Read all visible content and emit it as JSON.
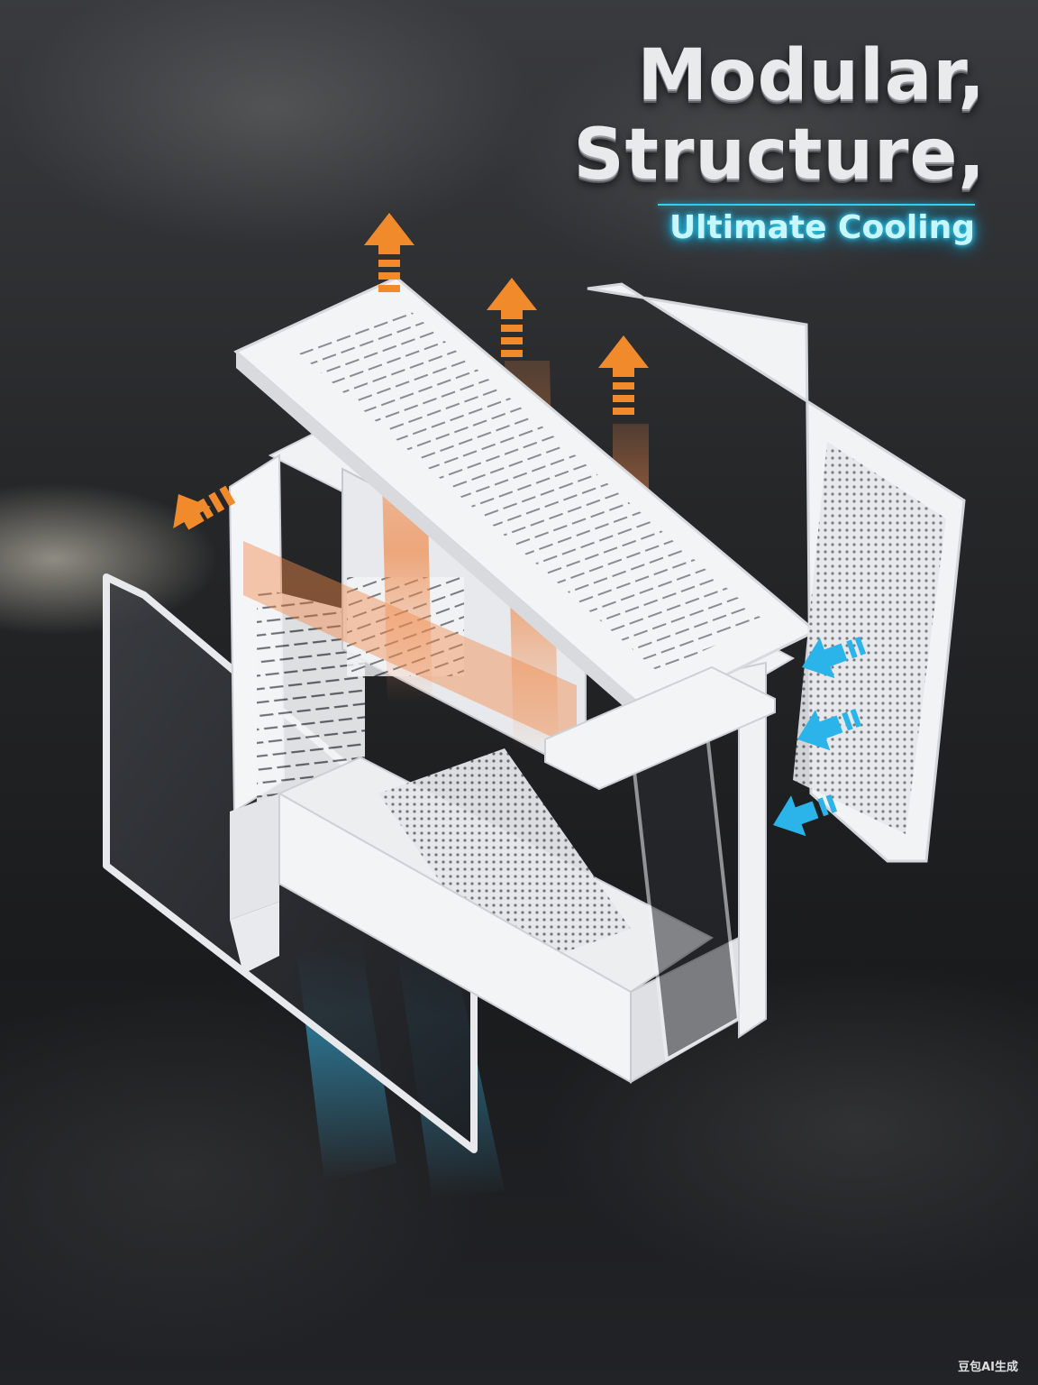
{
  "headline": {
    "line1": "Modular,",
    "line2": "Structure,"
  },
  "subheadline": "Ultimate Cooling",
  "watermark": "豆包AI生成",
  "colors": {
    "exhaust_arrow": "#f08a2a",
    "intake_arrow": "#2ab4ea",
    "case_white": "#f2f3f5",
    "glow_cyan": "#36d4f5"
  }
}
